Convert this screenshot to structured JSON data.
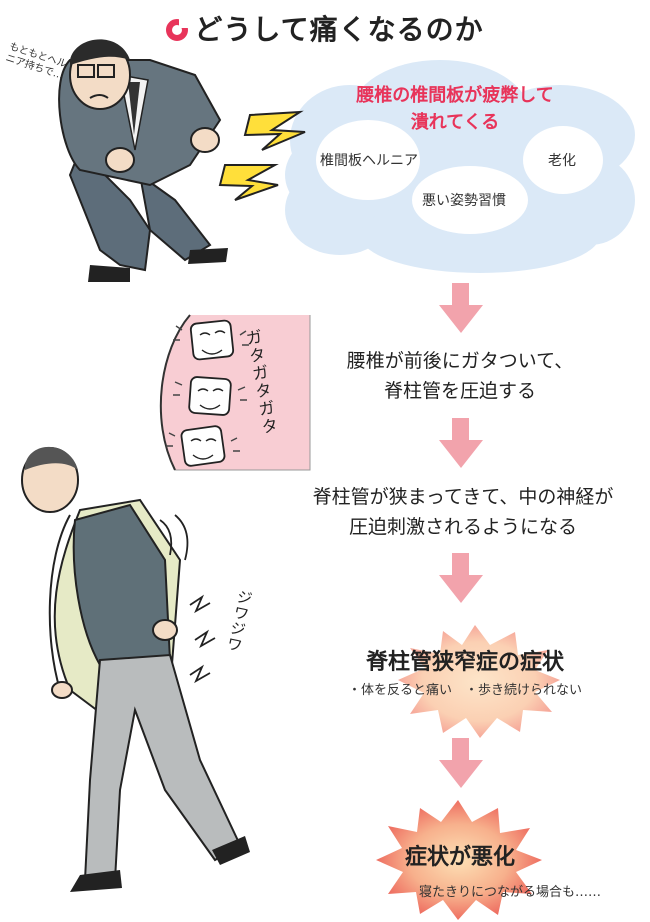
{
  "title": "どうして痛くなるのか",
  "cloud": {
    "headline_line1": "腰椎の椎間板が疲弊して",
    "headline_line2": "潰れてくる",
    "labels": [
      "椎間板ヘルニア",
      "老化",
      "悪い姿勢習慣"
    ]
  },
  "illustration_top": {
    "handwritten_caption": "もともとヘルニア持ちで…"
  },
  "illustration_middle": {
    "sound_text": "ガタガタガタ"
  },
  "illustration_bottom": {
    "sound_text": "ジワジワ"
  },
  "steps": [
    {
      "line1": "腰椎が前後にガタついて、",
      "line2": "脊柱管を圧迫する"
    },
    {
      "line1": "脊柱管が狭まってきて、中の神経が",
      "line2": "圧迫刺激されるようになる"
    }
  ],
  "symptoms": {
    "heading": "脊柱管狭窄症の症状",
    "items_text": "・体を反ると痛い　・歩き続けられない"
  },
  "worsening": {
    "heading": "症状が悪化",
    "note": "寝たきりにつながる場合も……"
  },
  "colors": {
    "accent": "#e8345a",
    "arrow": "#f2a3ac",
    "cloud": "#dbe9f7",
    "pink_panel": "#f8cdd3"
  }
}
